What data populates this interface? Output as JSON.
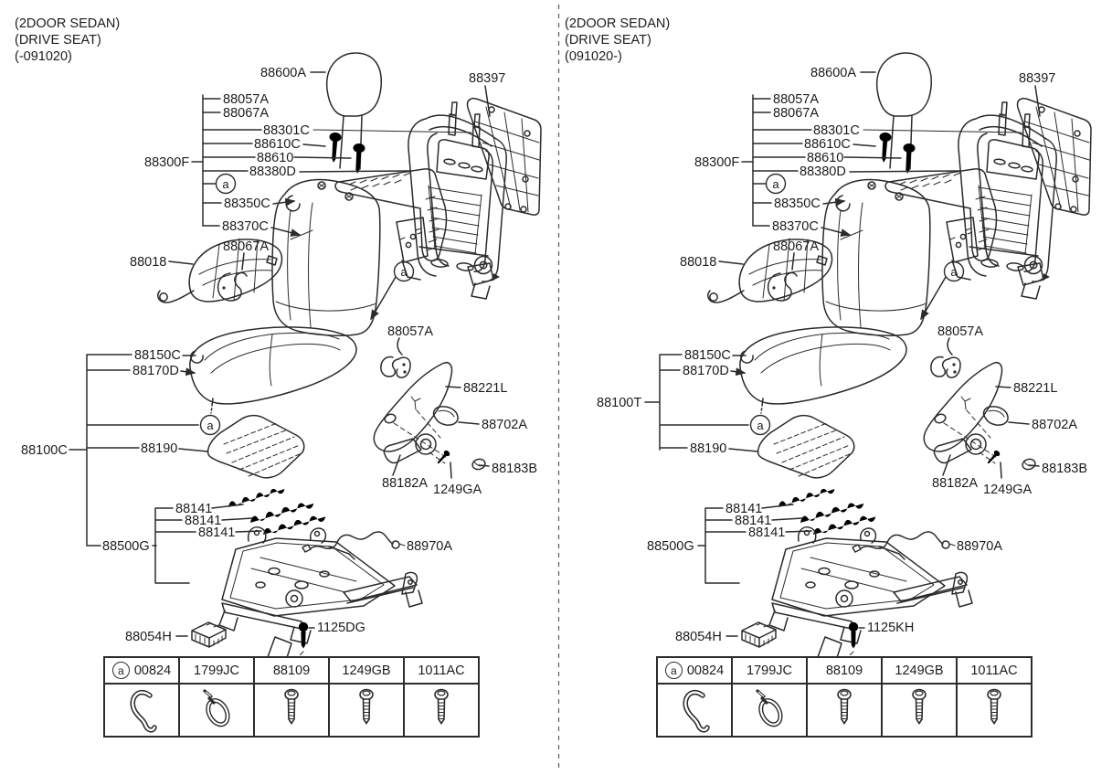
{
  "panels": [
    {
      "id": "left",
      "header_lines": [
        "(2DOOR SEDAN)",
        "(DRIVE SEAT)",
        "(-091020)"
      ],
      "marker": "a",
      "callouts": {
        "k88600A": "88600A",
        "k88397": "88397",
        "k88300F": "88300F",
        "k88057A_top": "88057A",
        "k88067A_top": "88067A",
        "k88301C": "88301C",
        "k88610C": "88610C",
        "k88610": "88610",
        "k88380D": "88380D",
        "k88350C": "88350C",
        "k88370C": "88370C",
        "k88018": "88018",
        "k88067A_side": "88067A",
        "k88057A_side": "88057A",
        "k88150C": "88150C",
        "k88170D": "88170D",
        "k88100": "88100C",
        "k88190": "88190",
        "k88221L": "88221L",
        "k88702A": "88702A",
        "k88182A": "88182A",
        "k1249GA": "1249GA",
        "k88183B": "88183B",
        "k88141_a": "88141",
        "k88141_b": "88141",
        "k88141_c": "88141",
        "k88500G": "88500G",
        "k88970A": "88970A",
        "k88054H": "88054H",
        "k1125": "1125DG"
      }
    },
    {
      "id": "right",
      "header_lines": [
        "(2DOOR SEDAN)",
        "(DRIVE SEAT)",
        "(091020-)"
      ],
      "marker": "a",
      "callouts": {
        "k88600A": "88600A",
        "k88397": "88397",
        "k88300F": "88300F",
        "k88057A_top": "88057A",
        "k88067A_top": "88067A",
        "k88301C": "88301C",
        "k88610C": "88610C",
        "k88610": "88610",
        "k88380D": "88380D",
        "k88350C": "88350C",
        "k88370C": "88370C",
        "k88018": "88018",
        "k88067A_side": "88067A",
        "k88057A_side": "88057A",
        "k88150C": "88150C",
        "k88170D": "88170D",
        "k88100": "88100T",
        "k88190": "88190",
        "k88221L": "88221L",
        "k88702A": "88702A",
        "k88182A": "88182A",
        "k1249GA": "1249GA",
        "k88183B": "88183B",
        "k88141_a": "88141",
        "k88141_b": "88141",
        "k88141_c": "88141",
        "k88500G": "88500G",
        "k88970A": "88970A",
        "k88054H": "88054H",
        "k1125": "1125KH"
      }
    }
  ],
  "legend_table": {
    "marker": "a",
    "headers": [
      "00824",
      "1799JC",
      "88109",
      "1249GB",
      "1011AC"
    ],
    "icons": [
      "hook-icon",
      "cable-tie-icon",
      "tapping-screw-icon",
      "tapping-screw-icon",
      "tapping-screw-icon"
    ]
  },
  "colors": {
    "line": "#2b2b2b",
    "background": "#ffffff",
    "text": "#1c1c1c"
  }
}
